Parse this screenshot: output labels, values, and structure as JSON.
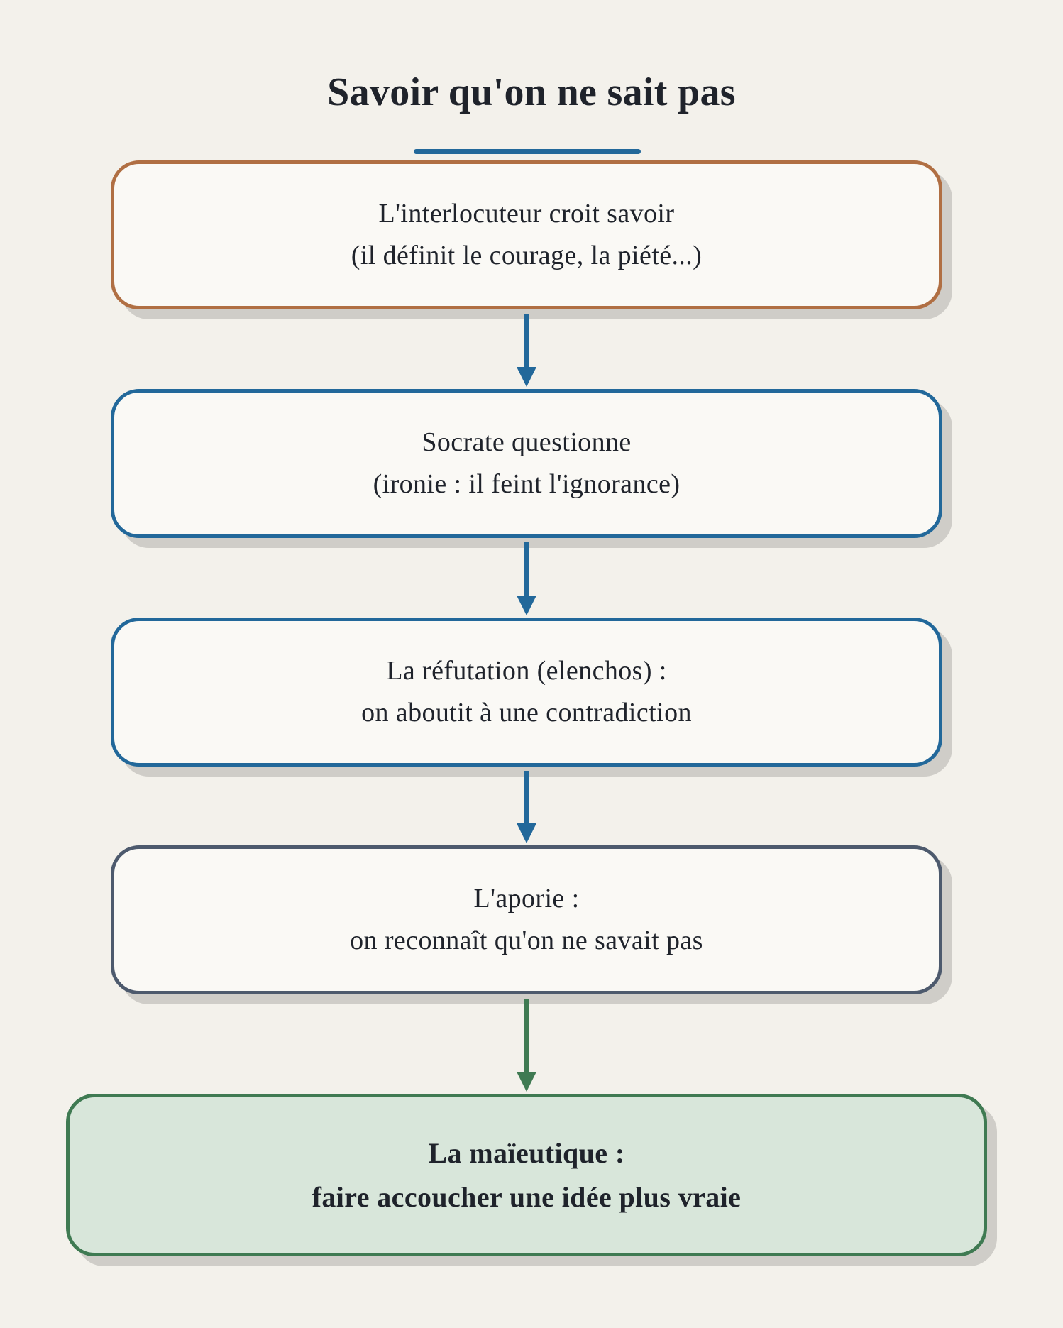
{
  "title": "Savoir qu'on ne sait pas",
  "colors": {
    "background": "#f3f1eb",
    "title_rule": "#22689a",
    "final_fill": "#d8e6da"
  },
  "steps": [
    {
      "lines": [
        "L'interlocuteur croit savoir",
        "(il définit le courage, la piété...)"
      ],
      "border_color": "#b06f43"
    },
    {
      "lines": [
        "Socrate questionne",
        "(ironie : il feint l'ignorance)"
      ],
      "border_color": "#22689a"
    },
    {
      "lines": [
        "La réfutation (elenchos) :",
        "on aboutit à une contradiction"
      ],
      "border_color": "#22689a"
    },
    {
      "lines": [
        "L'aporie :",
        "on reconnaît qu'on ne savait pas"
      ],
      "border_color": "#4d5a6d"
    },
    {
      "lines": [
        "La maïeutique :",
        "faire accoucher une idée plus vraie"
      ],
      "border_color": "#3f7a52"
    }
  ],
  "arrows": [
    {
      "from": 0,
      "to": 1,
      "color": "#22689a"
    },
    {
      "from": 1,
      "to": 2,
      "color": "#22689a"
    },
    {
      "from": 2,
      "to": 3,
      "color": "#22689a"
    },
    {
      "from": 3,
      "to": 4,
      "color": "#3f7a52"
    }
  ]
}
